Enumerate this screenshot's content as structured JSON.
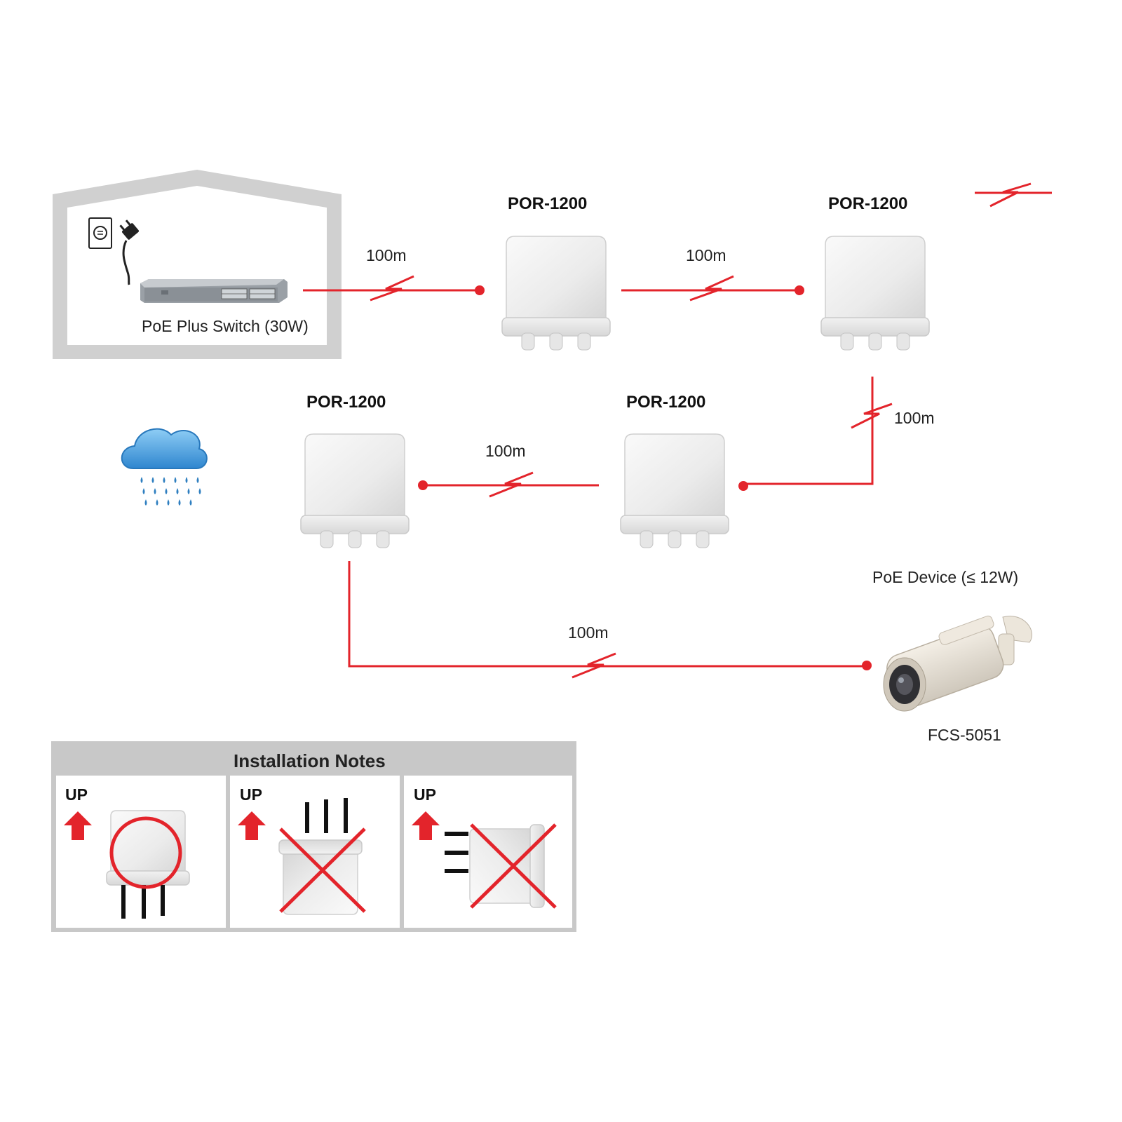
{
  "colors": {
    "link": "#e3242b",
    "house": "#d0d0d0",
    "panel_bg": "#c8c8c8",
    "cross": "#e3242b",
    "cloud": "#3a95d8",
    "rain": "#2f7fc0"
  },
  "switch": {
    "label": "PoE Plus Switch (30W)",
    "icons": [
      "house-icon",
      "power-outlet-icon",
      "power-plug-icon",
      "poe-switch-icon"
    ]
  },
  "devices": [
    {
      "id": "por-1",
      "name": "POR-1200"
    },
    {
      "id": "por-2",
      "name": "POR-1200"
    },
    {
      "id": "por-3",
      "name": "POR-1200"
    },
    {
      "id": "por-4",
      "name": "POR-1200"
    }
  ],
  "links": [
    {
      "from": "switch",
      "to": "por-1",
      "distance": "100m"
    },
    {
      "from": "por-1",
      "to": "por-2",
      "distance": "100m"
    },
    {
      "from": "por-2",
      "to": "por-3",
      "distance": "100m"
    },
    {
      "from": "por-3",
      "to": "por-4",
      "distance": "100m"
    },
    {
      "from": "por-4",
      "to": "camera",
      "distance": "100m"
    }
  ],
  "camera": {
    "name": "PoE Device (≤ 12W)",
    "model": "FCS-5051"
  },
  "weather_icon": "rain-cloud-icon",
  "install_notes": {
    "title": "Installation Notes",
    "panels": [
      {
        "up": "UP",
        "status": "correct",
        "icon": "check-circle-icon"
      },
      {
        "up": "UP",
        "status": "wrong",
        "icon": "cross-icon"
      },
      {
        "up": "UP",
        "status": "wrong",
        "icon": "cross-icon"
      }
    ]
  }
}
